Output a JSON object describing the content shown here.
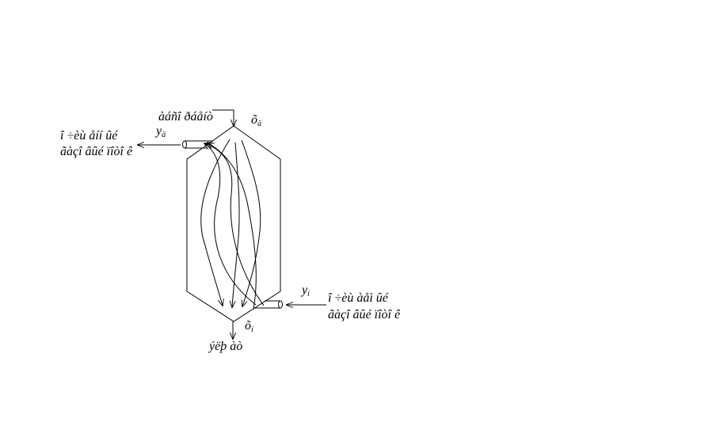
{
  "labels": {
    "feed_top": "àáñî ðáåíò",
    "x_top": "õ",
    "x_top_sub": "ä",
    "y_top": "y",
    "y_top_sub": "ä",
    "exit_gas_line1": "î ÷èù åíí ûé",
    "exit_gas_line2": "ãàçî âûé ïîòî ê",
    "y_bottom": "y",
    "y_bottom_sub": "í",
    "inlet_gas_line1": "î ÷èù àåì ûé",
    "inlet_gas_line2": "ãàçî âûé ïîòî ê",
    "x_bottom": "õ",
    "x_bottom_sub": "í",
    "eluate": "ýëþ àò"
  },
  "colors": {
    "stroke": "#000000",
    "background": "#ffffff"
  }
}
